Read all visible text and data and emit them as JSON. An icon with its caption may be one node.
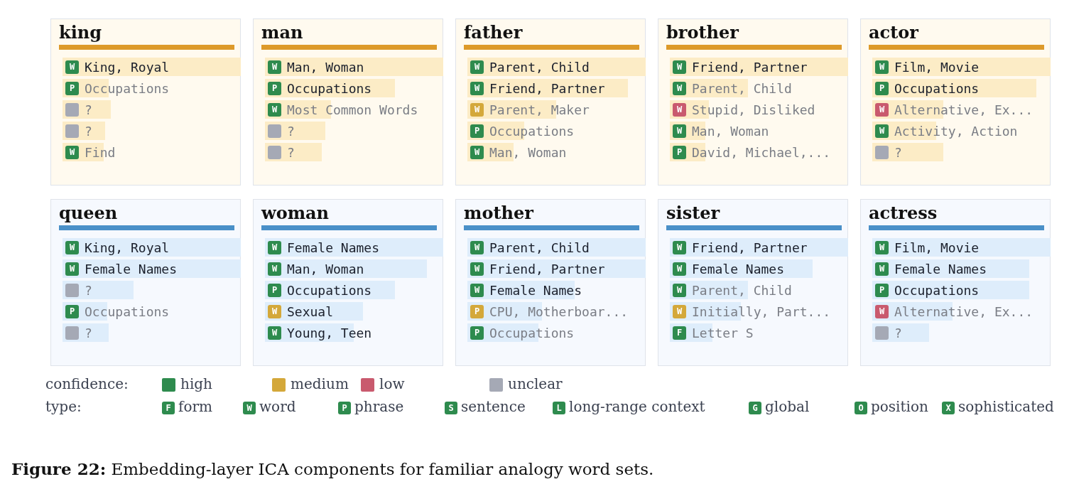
{
  "diagram": {
    "caption": "**Figure 22:** Embedding-layer ICA components for familiar analogy word sets.",
    "nodes": [
      {
        "text": [
          "king"
        ]
      },
      {
        "text": [
          "W",
          "King, Royal"
        ],
        "in": 0
      },
      {
        "text": [
          "P",
          "Occupations"
        ],
        "in": 0
      },
      {
        "text": [
          "?"
        ],
        "in": 0
      },
      {
        "text": [
          "?"
        ],
        "in": 0
      },
      {
        "text": [
          "W",
          "Find"
        ],
        "in": 0
      },
      {
        "text": [
          "man"
        ]
      },
      {
        "text": [
          "W",
          "Man, Woman"
        ],
        "in": 6
      },
      {
        "text": [
          "P",
          "Occupations"
        ],
        "in": 6
      },
      {
        "text": [
          "W",
          "Most Common Words"
        ],
        "in": 6
      },
      {
        "text": [
          "?"
        ],
        "in": 6
      },
      {
        "text": [
          "?"
        ],
        "in": 6
      },
      {
        "text": [
          "father"
        ]
      },
      {
        "text": [
          "W",
          "Parent, Child"
        ],
        "in": 12
      },
      {
        "text": [
          "W",
          "Friend, Partner"
        ],
        "in": 12
      },
      {
        "text": [
          "W",
          "Parent, Maker"
        ],
        "in": 12
      },
      {
        "text": [
          "P",
          "Occupations"
        ],
        "in": 12
      },
      {
        "text": [
          "W",
          "Man, Woman"
        ],
        "in": 12
      },
      {
        "text": [
          "brother"
        ]
      },
      {
        "text": [
          "W",
          "Friend, Partner"
        ],
        "in": 18
      },
      {
        "text": [
          "W",
          "Parent, Child"
        ],
        "in": 18
      },
      {
        "text": [
          "W",
          "Stupid, Disliked"
        ],
        "in": 18
      },
      {
        "text": [
          "W",
          "Man, Woman"
        ],
        "in": 18
      },
      {
        "text": [
          "P",
          "David, Michael,..."
        ],
        "in": 18
      },
      {
        "text": [
          "actor"
        ]
      },
      {
        "text": [
          "W",
          "Film, Movie"
        ],
        "in": 24
      },
      {
        "text": [
          "P",
          "Occupations"
        ],
        "in": 24
      },
      {
        "text": [
          "W",
          "Alternative, Ex..."
        ],
        "in": 24
      },
      {
        "text": [
          "W",
          "Activity, Action"
        ],
        "in": 24
      },
      {
        "text": [
          "?"
        ],
        "in": 24
      },
      {
        "text": [
          "queen"
        ]
      },
      {
        "text": [
          "W",
          "King, Royal"
        ],
        "in": 30
      },
      {
        "text": [
          "W",
          "Female Names"
        ],
        "in": 30
      },
      {
        "text": [
          "?"
        ],
        "in": 30
      },
      {
        "text": [
          "P",
          "Occupations"
        ],
        "in": 30
      },
      {
        "text": [
          "?"
        ],
        "in": 30
      },
      {
        "text": [
          "woman"
        ]
      },
      {
        "text": [
          "W",
          "Female Names"
        ],
        "in": 36
      },
      {
        "text": [
          "W",
          "Man, Woman"
        ],
        "in": 36
      },
      {
        "text": [
          "P",
          "Occupations"
        ],
        "in": 36
      },
      {
        "text": [
          "W",
          "Sexual"
        ],
        "in": 36
      },
      {
        "text": [
          "W",
          "Young, Teen"
        ],
        "in": 36
      },
      {
        "text": [
          "mother"
        ]
      },
      {
        "text": [
          "W",
          "Parent, Child"
        ],
        "in": 42
      },
      {
        "text": [
          "W",
          "Friend, Partner"
        ],
        "in": 42
      },
      {
        "text": [
          "W",
          "Female Names"
        ],
        "in": 42
      },
      {
        "text": [
          "P",
          "CPU, Motherboar..."
        ],
        "in": 42
      },
      {
        "text": [
          "P",
          "Occupations"
        ],
        "in": 42
      },
      {
        "text": [
          "sister"
        ]
      },
      {
        "text": [
          "W",
          "Friend, Partner"
        ],
        "in": 48
      },
      {
        "text": [
          "W",
          "Female Names"
        ],
        "in": 48
      },
      {
        "text": [
          "W",
          "Parent, Child"
        ],
        "in": 48
      },
      {
        "text": [
          "W",
          "Initially, Part..."
        ],
        "in": 48
      },
      {
        "text": [
          "F",
          "Letter S"
        ],
        "in": 48
      },
      {
        "text": [
          "actress"
        ]
      },
      {
        "text": [
          "W",
          "Film, Movie"
        ],
        "in": 54
      },
      {
        "text": [
          "W",
          "Female Names"
        ],
        "in": 54
      },
      {
        "text": [
          "P",
          "Occupations"
        ],
        "in": 54
      },
      {
        "text": [
          "W",
          "Alternative, Ex..."
        ],
        "in": 54
      },
      {
        "text": [
          "?"
        ],
        "in": 54
      }
    ],
    "labels": [
      "confidence:",
      "type:",
      "F",
      "form",
      "W",
      "word",
      "P",
      "phrase",
      "S",
      "sentence",
      "L",
      "long-range context",
      "G",
      "global",
      "O",
      "position",
      "X",
      "sophisticated"
    ],
    "legend": [
      {
        "text": "high",
        "color": "#2e8b4e"
      },
      {
        "text": "medium",
        "color": "#d4a83a"
      },
      {
        "text": "low",
        "color": "#c95a6e"
      },
      {
        "text": "unclear",
        "color": "#a5a9b5"
      }
    ]
  }
}
